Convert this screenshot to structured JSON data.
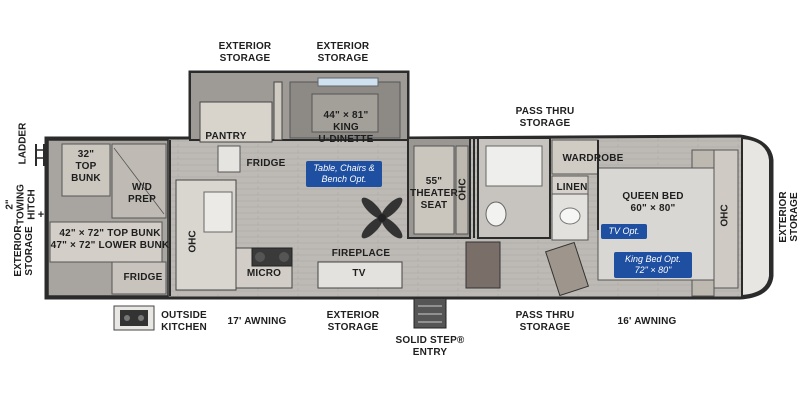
{
  "labels": {
    "ext_storage_top_left": "EXTERIOR\nSTORAGE",
    "ext_storage_top_mid": "EXTERIOR\nSTORAGE",
    "pass_thru_top": "PASS THRU\nSTORAGE",
    "pantry": "PANTRY",
    "dinette": "44\" × 81\"\nKING\nU-DINETTE",
    "fridge_top": "FRIDGE",
    "top_bunk": "32\"\nTOP\nBUNK",
    "wd_prep": "W/D\nPREP",
    "bunk_sizes": "42\" × 72\" TOP BUNK\n47\" × 72\" LOWER BUNK",
    "fridge_outdoor": "FRIDGE",
    "ohc_kitchen": "OHC",
    "micro": "MICRO",
    "fireplace": "FIREPLACE",
    "tv": "TV",
    "theater_seat": "55\"\nTHEATER\nSEAT",
    "ohc_living": "OHC",
    "wardrobe": "WARDROBE",
    "linen": "LINEN",
    "queen_bed": "QUEEN BED\n60\" × 80\"",
    "ohc_bedroom": "OHC",
    "outside_kitchen": "OUTSIDE\nKITCHEN",
    "awning_17": "17' AWNING",
    "ext_storage_bottom": "EXTERIOR\nSTORAGE",
    "solid_step": "SOLID STEP®\nENTRY",
    "pass_thru_bottom": "PASS THRU\nSTORAGE",
    "awning_16": "16' AWNING",
    "ladder": "LADDER",
    "towing_hitch": "2\"\nTOWING\nHITCH",
    "ext_storage_left": "EXTERIOR\nSTORAGE",
    "ext_storage_right": "EXTERIOR\nSTORAGE"
  },
  "badges": {
    "dinette_opt": "Table, Chairs &\nBench Opt.",
    "tv_opt": "TV Opt.",
    "king_bed_opt": "King Bed Opt.\n72\" × 80\""
  },
  "colors": {
    "wall": "#2b2b2b",
    "floor": "#b9b7b3",
    "cabinet": "#d8d4cc",
    "accent_badge": "#1f4fa0"
  }
}
